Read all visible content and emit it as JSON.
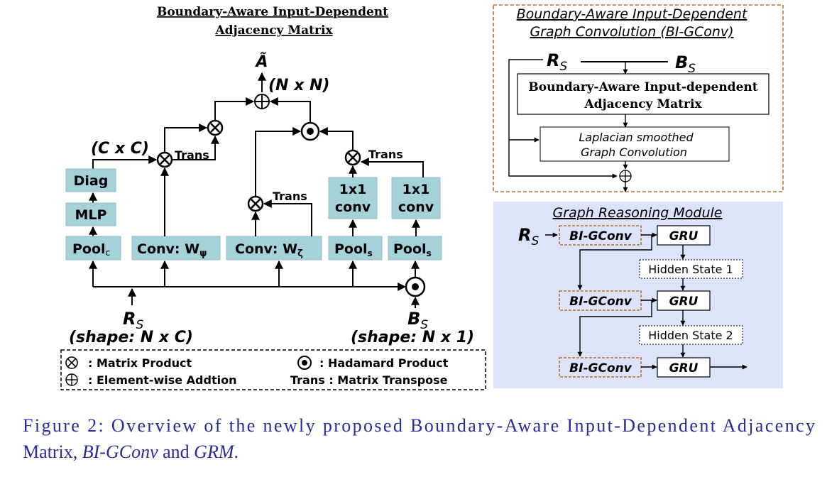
{
  "left_panel": {
    "title_line1": "Boundary-Aware Input-Dependent",
    "title_line2": "Adjacency Matrix",
    "output_symbol": "Ã",
    "output_shape": "(N x N)",
    "cxc_shape": "(C x C)",
    "trans_1": "Trans",
    "trans_2": "Trans",
    "trans_3": "Trans",
    "diag_label": "Diag",
    "mlp_label": "MLP",
    "pool_c_label": "Pool",
    "pool_c_sub": "c",
    "conv_psi_label": "Conv: W",
    "conv_psi_sub": "ψ",
    "conv_zeta_label": "Conv: W",
    "conv_zeta_sub": "ζ",
    "conv1x1_a_line1": "1x1",
    "conv1x1_a_line2": "conv",
    "conv1x1_b_line1": "1x1",
    "conv1x1_b_line2": "conv",
    "pool_s_a_label": "Pool",
    "pool_s_a_sub": "s",
    "pool_s_b_label": "Pool",
    "pool_s_b_sub": "s",
    "rs_label": "R",
    "rs_sub": "S",
    "rs_shape": "(shape: N x C)",
    "bs_label": "B",
    "bs_sub": "S",
    "bs_shape": "(shape: N x 1)",
    "legend": {
      "matrix_product": ": Matrix Product",
      "elementwise": ": Element-wise Addtion",
      "hadamard": ": Hadamard Product",
      "trans": "Trans : Matrix Transpose"
    }
  },
  "bigconv_panel": {
    "title_line1": "Boundary-Aware Input-Dependent",
    "title_line2": "Graph Convolution (BI-GConv)",
    "rs_label": "R",
    "rs_sub": "S",
    "bs_label": "B",
    "bs_sub": "S",
    "adj_line1": "Boundary-Aware Input-dependent",
    "adj_line2": "Adjacency Matrix",
    "lap_line1": "Laplacian smoothed",
    "lap_line2": "Graph Convolution",
    "border_color": "#b8722c"
  },
  "grm_panel": {
    "title": "Graph Reasoning Module",
    "rs_label": "R",
    "rs_sub": "S",
    "bigconv_1": "BI-GConv",
    "bigconv_2": "BI-GConv",
    "bigconv_3": "BI-GConv",
    "gru_1": "GRU",
    "gru_2": "GRU",
    "gru_3": "GRU",
    "hidden_1": "Hidden State 1",
    "hidden_2": "Hidden State 2",
    "background": "#dde3fb"
  },
  "caption": {
    "line1": "Figure 2: Overview of the newly proposed Boundary-Aware Input-Dependent Adjacency",
    "line2_a": "Matrix, ",
    "line2_b": "BI-GConv",
    "line2_c": " and ",
    "line2_d": "GRM",
    "line2_e": "."
  }
}
